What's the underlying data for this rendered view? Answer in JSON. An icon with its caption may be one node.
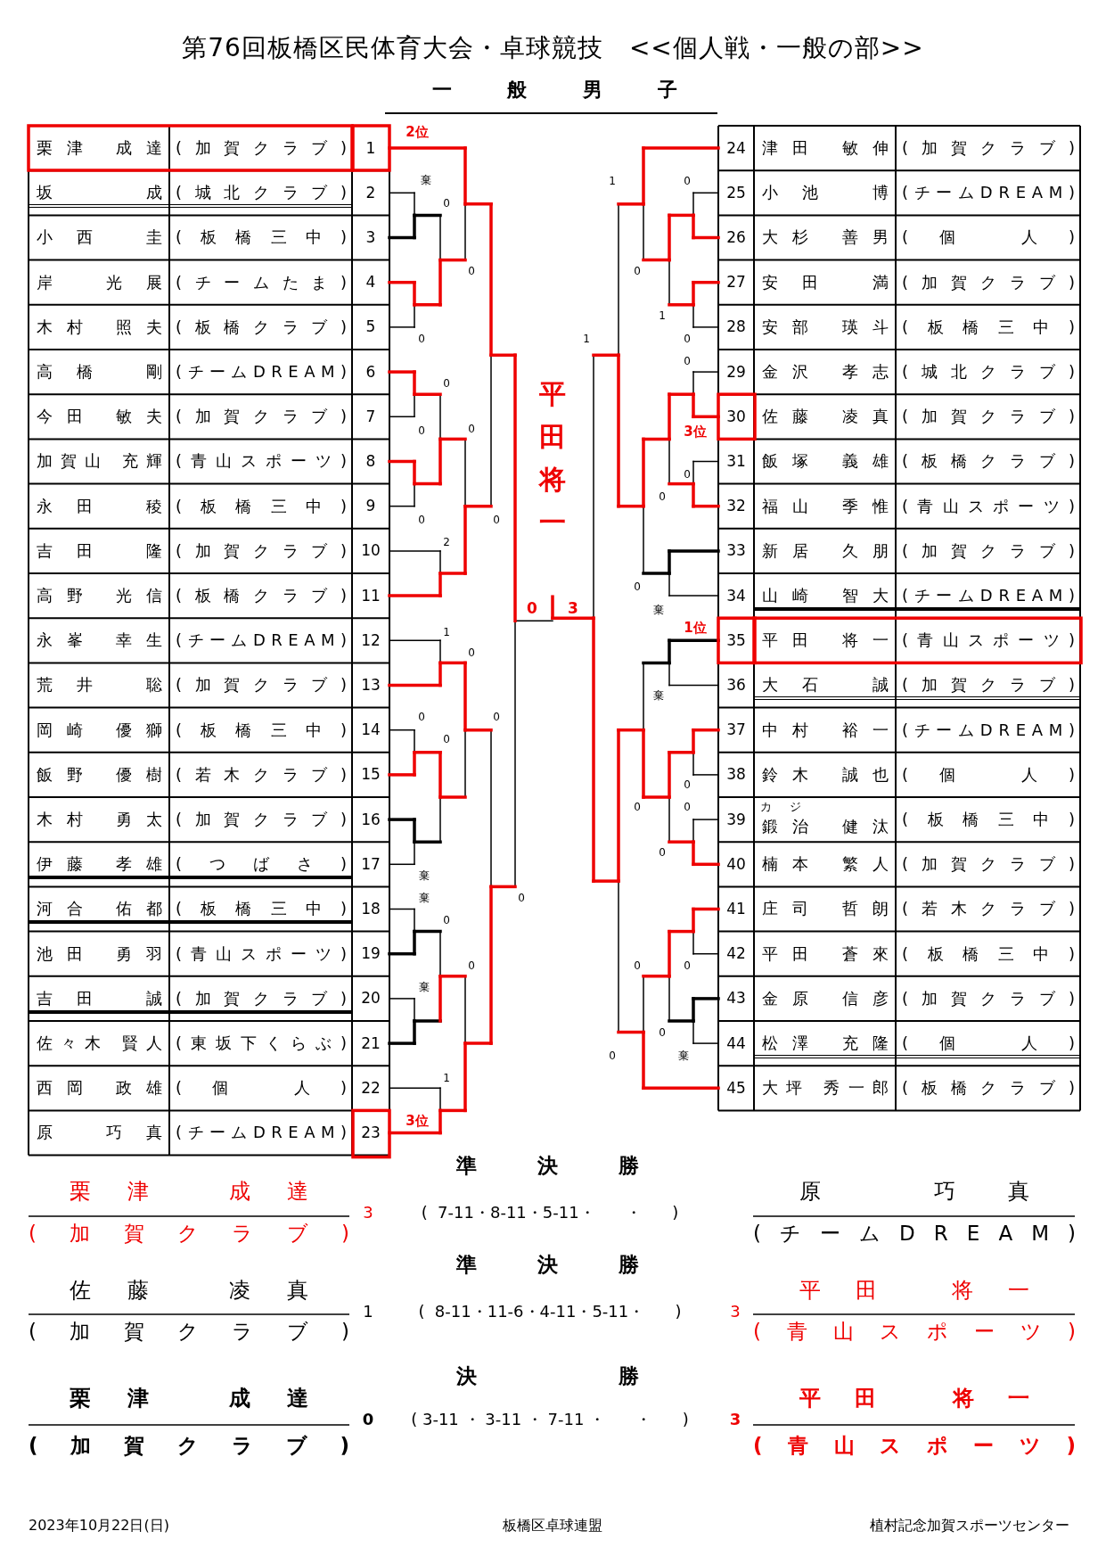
{
  "diagram": {
    "title": "第76回板橋区民体育大会・卓球競技　<<個人戦・一般の部>>",
    "labels": [
      "一般男子",
      "栗津 成達",
      "(加賀クラブ)",
      "1",
      "坂 成",
      "(城北クラブ)",
      "2",
      "小西 圭",
      "(板橋三中)",
      "3",
      "岸 光展",
      "(チームたま)",
      "4",
      "木村 照夫",
      "(板橋クラブ)",
      "5",
      "高橋 剛",
      "(チームDREAM)",
      "6",
      "今田 敏夫",
      "(加賀クラブ)",
      "7",
      "加賀山 充輝",
      "(青山スポーツ)",
      "8",
      "永田 稜",
      "(板橋三中)",
      "9",
      "吉田 隆",
      "(加賀クラブ)",
      "10",
      "高野 光信",
      "(板橋クラブ)",
      "11",
      "永峯 幸生",
      "(チームDREAM)",
      "12",
      "荒井 聡",
      "(加賀クラブ)",
      "13",
      "岡崎 優獅",
      "(板橋三中)",
      "14",
      "飯野 優樹",
      "(若木クラブ)",
      "15",
      "木村 勇太",
      "(加賀クラブ)",
      "16",
      "伊藤 孝雄",
      "(つばさ)",
      "17",
      "河合 佑都",
      "(板橋三中)",
      "18",
      "池田 勇羽",
      "(青山スポーツ)",
      "19",
      "吉田 誠",
      "(加賀クラブ)",
      "20",
      "佐々木 賢人",
      "(東坂下くらぶ)",
      "21",
      "西岡 政雄",
      "(個 人)",
      "22",
      "原 巧真",
      "(チームDREAM)",
      "23",
      "24",
      "津田 敏伸",
      "(加賀クラブ)",
      "25",
      "小池 博",
      "(チームDREAM)",
      "26",
      "大杉 善男",
      "(個 人)",
      "27",
      "安田 満",
      "(加賀クラブ)",
      "28",
      "安部 瑛斗",
      "(板橋三中)",
      "29",
      "金沢 孝志",
      "(城北クラブ)",
      "30",
      "佐藤 凌真",
      "(加賀クラブ)",
      "31",
      "飯塚 義雄",
      "(板橋クラブ)",
      "32",
      "福山 季惟",
      "(青山スポーツ)",
      "33",
      "新居 久朋",
      "(加賀クラブ)",
      "34",
      "山崎 智大",
      "(チームDREAM)",
      "35",
      "平田 将一",
      "(青山スポーツ)",
      "36",
      "大石 誠",
      "(加賀クラブ)",
      "37",
      "中村 裕一",
      "(チームDREAM)",
      "38",
      "鈴木 誠也",
      "(個 人)",
      "39",
      "カジ",
      "鍛治 健汰",
      "(板橋三中)",
      "40",
      "楠本 繁人",
      "(加賀クラブ)",
      "41",
      "庄司 哲朗",
      "(若木クラブ)",
      "42",
      "平田 蒼來",
      "(板橋三中)",
      "43",
      "金原 信彦",
      "(加賀クラブ)",
      "44",
      "松澤 充隆",
      "(個 人)",
      "45",
      "大坪 秀一郎",
      "(板橋クラブ)",
      "2位",
      "棄",
      "0",
      "0",
      "0",
      "0",
      "0",
      "0",
      "0",
      "0",
      "2",
      "1",
      "0",
      "0",
      "0",
      "0",
      "棄",
      "棄",
      "0",
      "0",
      "0",
      "棄",
      "1",
      "3位",
      "平田将一",
      "0",
      "3",
      "1",
      "0",
      "0",
      "1",
      "1",
      "0",
      "0",
      "3位",
      "0",
      "0",
      "0",
      "棄",
      "1位",
      "棄",
      "0",
      "0",
      "0",
      "0",
      "0",
      "0",
      "0",
      "0",
      "棄",
      "準決勝",
      "栗津 成達",
      "(加賀クラブ)",
      "3",
      "(  7-11・8-11・5-11・      ・      )",
      "原 巧真",
      "(チームDREAM)",
      "準決勝",
      "佐藤 凌真",
      "(加賀クラブ)",
      "1",
      "(  8-11・11-6・4-11・5-11・      )",
      "3",
      "平田 将一",
      "(青山スポーツ)",
      "決 勝",
      "栗津 成達",
      "(加賀クラブ)",
      "0",
      "( 3-11 ・ 3-11 ・ 7-11 ・      ・      )",
      "3",
      "平田 将一",
      "(青山スポーツ)",
      "2023年10月22日(日)",
      "板橋区卓球連盟",
      "植村記念加賀スポーツセンター"
    ]
  }
}
